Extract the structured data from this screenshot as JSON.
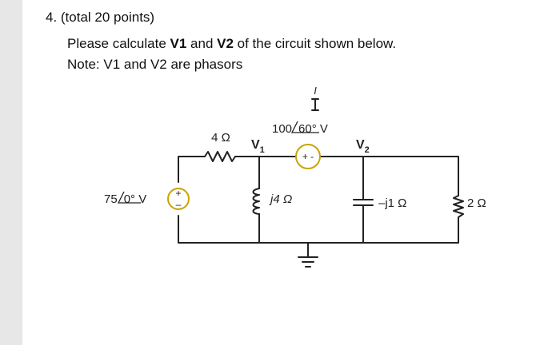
{
  "problem": {
    "title": "4. (total 20 points)",
    "line1_pre": "Please calculate ",
    "v1": "V1",
    "mid": " and ",
    "v2": "V2",
    "line1_post": " of the circuit shown below.",
    "line2": "Note: V1 and V2 are phasors"
  },
  "circuit": {
    "current_label": "I",
    "resistor_top": "4 Ω",
    "node1_label": "V",
    "node1_sub": "1",
    "node2_label": "V",
    "node2_sub": "2",
    "source_left_mag": "75",
    "source_left_ang": "0°",
    "source_left_unit": " V",
    "source_mid_mag": "100",
    "source_mid_ang": "60°",
    "source_mid_unit": " V",
    "inductor": "j4 Ω",
    "capacitor": "–j1 Ω",
    "resistor_right": "2 Ω",
    "src_plus": "+",
    "src_minus": "–",
    "src_mid_pm": "+ -"
  }
}
